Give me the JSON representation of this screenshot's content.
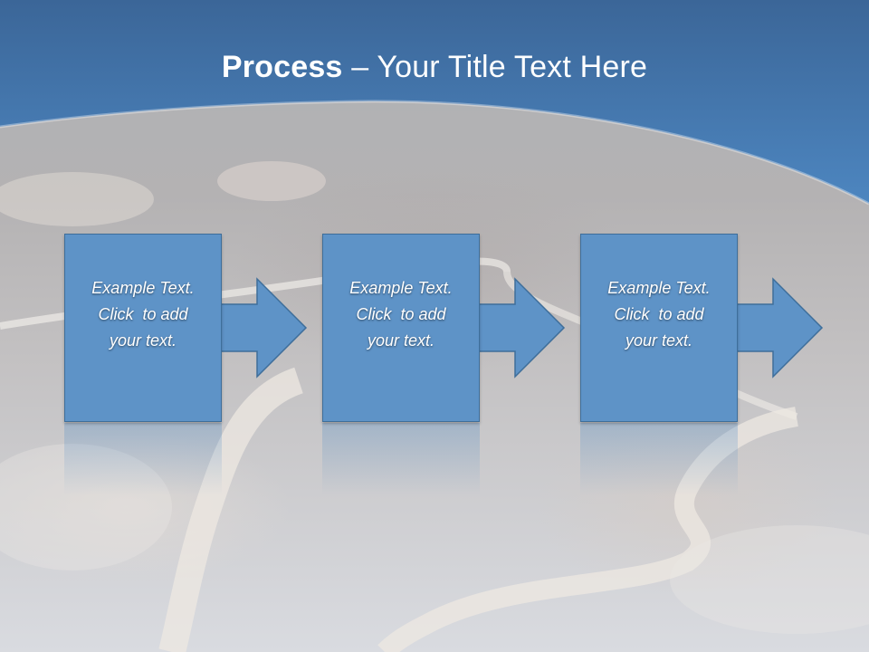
{
  "slide": {
    "title_bold": "Process",
    "title_rest": " – Your Title Text Here"
  },
  "steps": [
    {
      "line1": "Example Text.",
      "line2": "Click  to add",
      "line3": "your text."
    },
    {
      "line1": "Example Text.",
      "line2": "Click  to add",
      "line3": "your text."
    },
    {
      "line1": "Example Text.",
      "line2": "Click  to add",
      "line3": "your text."
    }
  ],
  "colors": {
    "header_top": "#3b6a9c",
    "header_mid": "#4f86bf",
    "box_fill": "#5e93c7",
    "box_border": "#3e6e9a",
    "text": "#ffffff"
  },
  "icons": [
    "right-arrow-icon"
  ]
}
